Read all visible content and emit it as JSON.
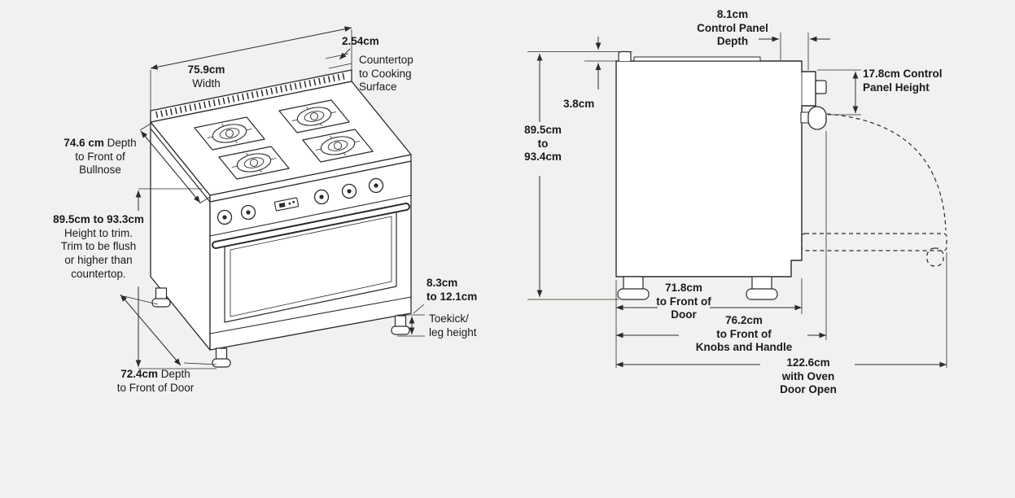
{
  "title": "Range installation dimensions diagram",
  "colors": {
    "background": "#f1f1ef",
    "line": "#2a2a2a",
    "fill": "#ffffff"
  },
  "left_view": {
    "width": {
      "value": "75.9cm",
      "label": "Width"
    },
    "countertop": {
      "value": "2.54cm",
      "label_lines": [
        "Countertop",
        "to Cooking",
        "Surface"
      ]
    },
    "bullnose": {
      "value": "74.6 cm",
      "label_inline": "Depth",
      "label_lines": [
        "to Front of",
        "Bullnose"
      ]
    },
    "height": {
      "value": "89.5cm to 93.3cm",
      "label_lines": [
        "Height to trim.",
        "Trim to be flush",
        "or higher than",
        "countertop."
      ]
    },
    "toekick": {
      "value_lines": [
        "8.3cm",
        "to 12.1cm"
      ],
      "label_lines": [
        "Toekick/",
        "leg height"
      ]
    },
    "door_depth": {
      "value": "72.4cm",
      "label_inline": "Depth",
      "label_lines": [
        "to Front of Door"
      ]
    }
  },
  "right_view": {
    "panel_depth": {
      "lines": [
        "8.1cm",
        "Control Panel",
        "Depth"
      ]
    },
    "trim_height": {
      "value": "3.8cm"
    },
    "panel_height": {
      "lines": [
        "17.8cm Control",
        "Panel Height"
      ]
    },
    "height": {
      "lines": [
        "89.5cm",
        "to",
        "93.4cm"
      ]
    },
    "door_front": {
      "lines": [
        "71.8cm",
        "to Front of",
        "Door"
      ]
    },
    "knobs_front": {
      "lines": [
        "76.2cm",
        "to Front of",
        "Knobs and Handle"
      ]
    },
    "door_open": {
      "lines": [
        "122.6cm",
        "with Oven",
        "Door Open"
      ]
    }
  }
}
